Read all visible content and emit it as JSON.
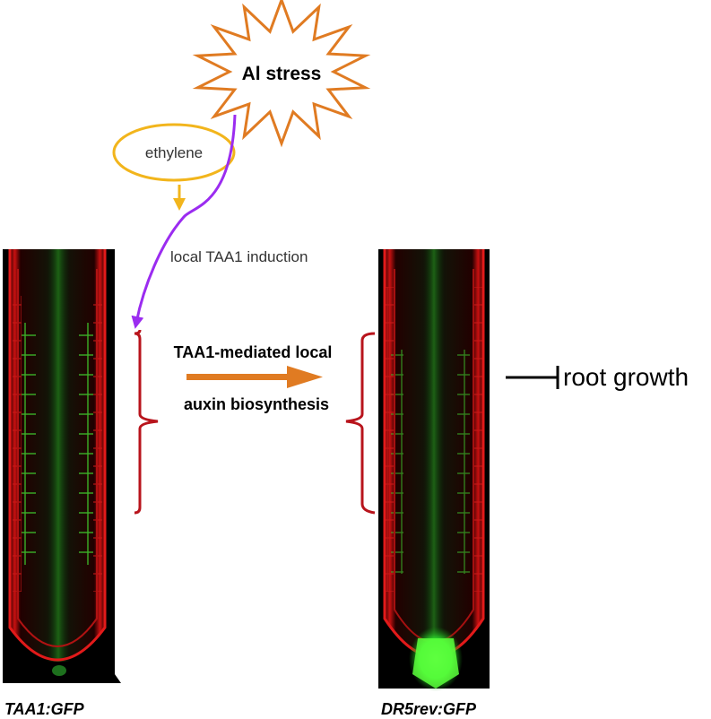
{
  "stress": {
    "label": "Al stress"
  },
  "ethylene": {
    "label": "ethylene"
  },
  "induction": {
    "label": "local TAA1 induction"
  },
  "process": {
    "line1": "TAA1-mediated local",
    "line2": "auxin biosynthesis"
  },
  "outcome": {
    "label": "root growth"
  },
  "panels": {
    "left_caption": "TAA1:GFP",
    "right_caption": "DR5rev:GFP"
  },
  "colors": {
    "star_stroke": "#e07b22",
    "ethylene_stroke": "#f2b51c",
    "purple_arrow": "#9b2cf0",
    "orange_arrow": "#e07b22",
    "bracket": "#b8141c",
    "cell_red": "#e21a1a",
    "gfp_green": "#2ee02e"
  }
}
